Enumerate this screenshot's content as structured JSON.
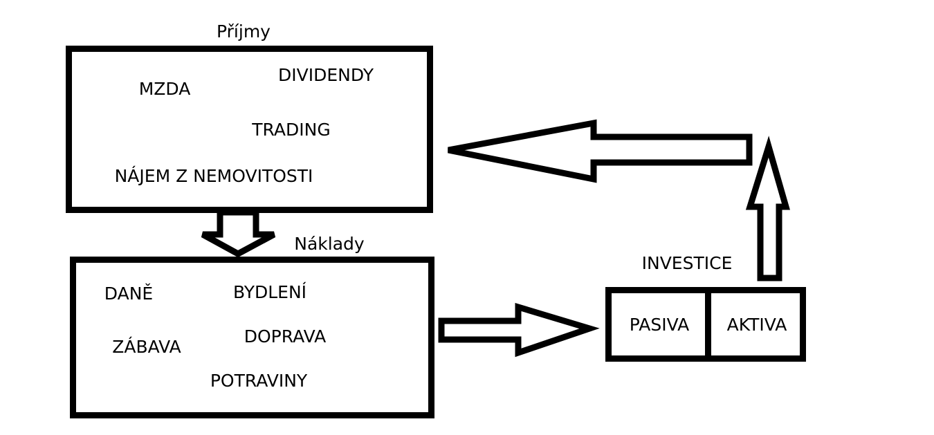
{
  "income": {
    "title": "Příjmy",
    "items": [
      "MZDA",
      "DIVIDENDY",
      "TRADING",
      "NÁJEM Z NEMOVITOSTI"
    ]
  },
  "costs": {
    "title": "Náklady",
    "items": [
      "DANĚ",
      "BYDLENÍ",
      "DOPRAVA",
      "ZÁBAVA",
      "POTRAVINY"
    ]
  },
  "investments": {
    "title": "INVESTICE",
    "pasiva": "PASIVA",
    "aktiva": "AKTIVA"
  }
}
